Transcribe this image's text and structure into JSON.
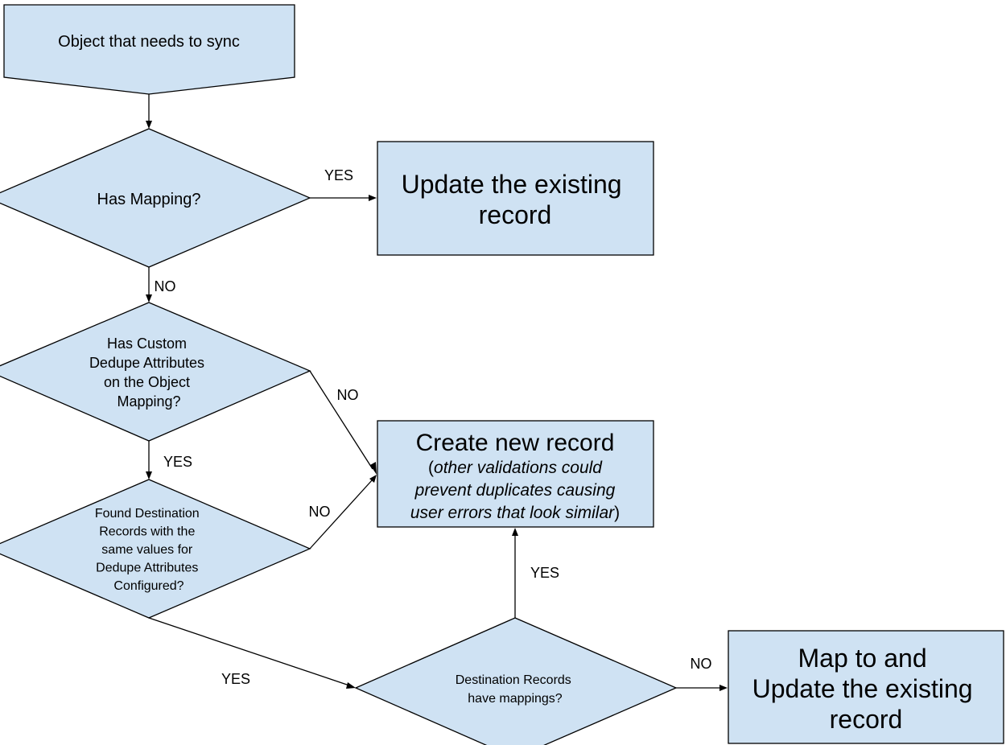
{
  "nodes": {
    "start": {
      "lines": [
        "Object that needs to sync"
      ]
    },
    "has_mapping": {
      "lines": [
        "Has Mapping?"
      ]
    },
    "update_existing": {
      "lines": [
        "Update the existing",
        "record"
      ]
    },
    "custom_dedupe": {
      "lines": [
        "Has Custom",
        "Dedupe Attributes",
        "on the Object",
        "Mapping?"
      ]
    },
    "found_destination": {
      "lines": [
        "Found Destination",
        "Records with the",
        "same values for",
        "Dedupe Attributes",
        "Configured?"
      ]
    },
    "create_new": {
      "title": "Create new record",
      "note_open": "(",
      "note_lines": [
        "other validations could",
        "prevent duplicates causing",
        "user errors that look similar"
      ],
      "note_close": ")"
    },
    "dest_have_mappings": {
      "lines": [
        "Destination Records",
        "have mappings?"
      ]
    },
    "map_and_update": {
      "lines": [
        "Map to and",
        "Update the existing",
        "record"
      ]
    }
  },
  "edges": {
    "has_mapping_yes": "YES",
    "has_mapping_no": "NO",
    "custom_dedupe_no": "NO",
    "custom_dedupe_yes": "YES",
    "found_no": "NO",
    "found_yes": "YES",
    "dest_yes": "YES",
    "dest_no": "NO"
  },
  "colors": {
    "shape_fill": "#cfe2f3",
    "stroke": "#000000"
  }
}
